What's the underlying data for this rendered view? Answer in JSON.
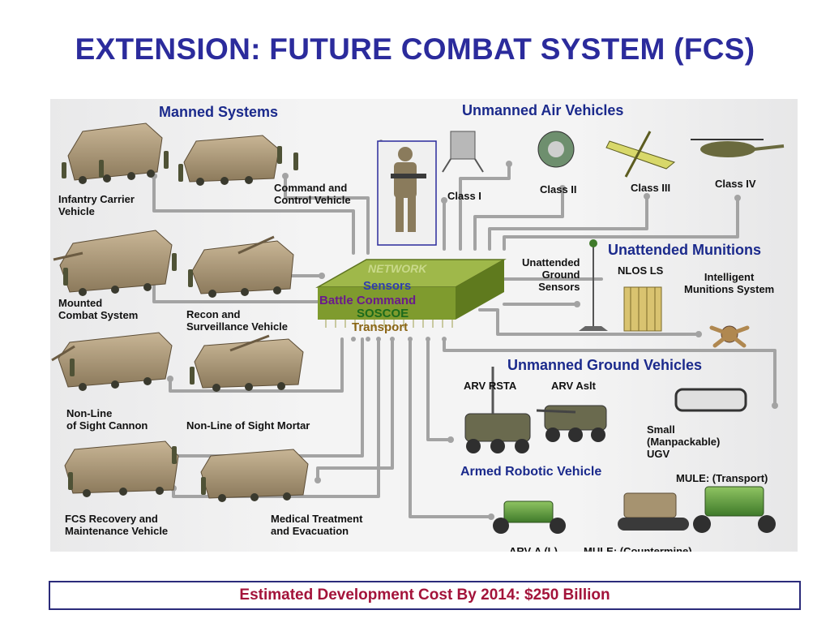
{
  "title": "EXTENSION: FUTURE COMBAT SYSTEM (FCS)",
  "sections": {
    "manned": "Manned Systems",
    "uav": "Unmanned Air Vehicles",
    "munitions": "Unattended Munitions",
    "ugv": "Unmanned Ground Vehicles"
  },
  "manned_systems": {
    "icv": "Infantry Carrier\nVehicle",
    "c2v": "Command and\nControl Vehicle",
    "mcs": "Mounted\nCombat System",
    "rsv": "Recon and\nSurveillance Vehicle",
    "nlos_c": "Non-Line\nof Sight Cannon",
    "nlos_m": "Non-Line of Sight Mortar",
    "frmv": "FCS Recovery and\nMaintenance Vehicle",
    "mtev": "Medical Treatment\nand Evacuation"
  },
  "uav": {
    "class1": "Class I",
    "class2": "Class II",
    "class3": "Class III",
    "class4": "Class IV"
  },
  "munitions": {
    "ugs": "Unattended\nGround\nSensors",
    "nlos_ls": "NLOS LS",
    "ims": "Intelligent\nMunitions System"
  },
  "ugv": {
    "arv_rsta": "ARV RSTA",
    "arv_aslt": "ARV Aslt",
    "arv": "Armed Robotic Vehicle",
    "small": "Small\n(Manpackable)\nUGV",
    "mule_t": "MULE: (Transport)",
    "arv_a": "ARV-A (L)",
    "mule_c": "MULE: (Countermine)"
  },
  "network": {
    "chip": "NETWORK",
    "sensors": "Sensors",
    "battle": "Battle Command",
    "soscoe": "SOSCOE",
    "transport": "Transport"
  },
  "footer": "Estimated Development Cost By 2014: $250 Billion",
  "colors": {
    "title": "#2b2b9c",
    "header": "#1b2a8c",
    "cost_text": "#a3133a",
    "chip_green": "#7f9b2e",
    "line": "#9a9a9a",
    "sensors": "#2f3db0",
    "battle": "#6a1a8c",
    "soscoe": "#1c6b1c",
    "transport": "#8a6414"
  }
}
